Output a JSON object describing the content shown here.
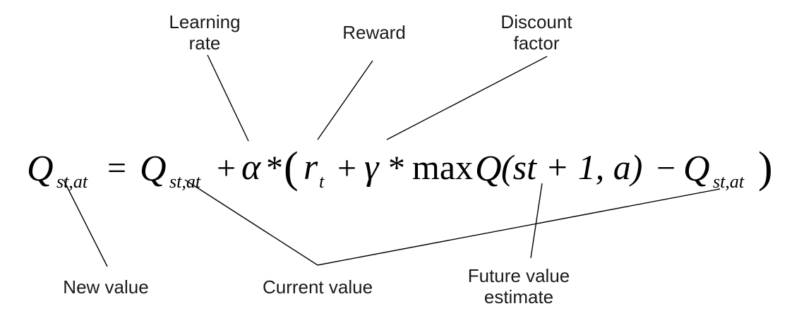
{
  "labels": {
    "learning_rate": [
      "Learning",
      "rate"
    ],
    "reward": "Reward",
    "discount_factor": [
      "Discount",
      "factor"
    ],
    "new_value": "New value",
    "current_value": "Current value",
    "future_value_estimate": [
      "Future value",
      "estimate"
    ]
  },
  "equation": {
    "q": "Q",
    "state_action_subscript": "st,at",
    "equals": "=",
    "plus": "+",
    "minus": "−",
    "times": "*",
    "alpha": "α",
    "open_paren": "(",
    "close_paren": ")",
    "r": "r",
    "t_subscript": "t",
    "gamma": "γ",
    "max": "max",
    "future_args": "(st + 1, a)"
  }
}
